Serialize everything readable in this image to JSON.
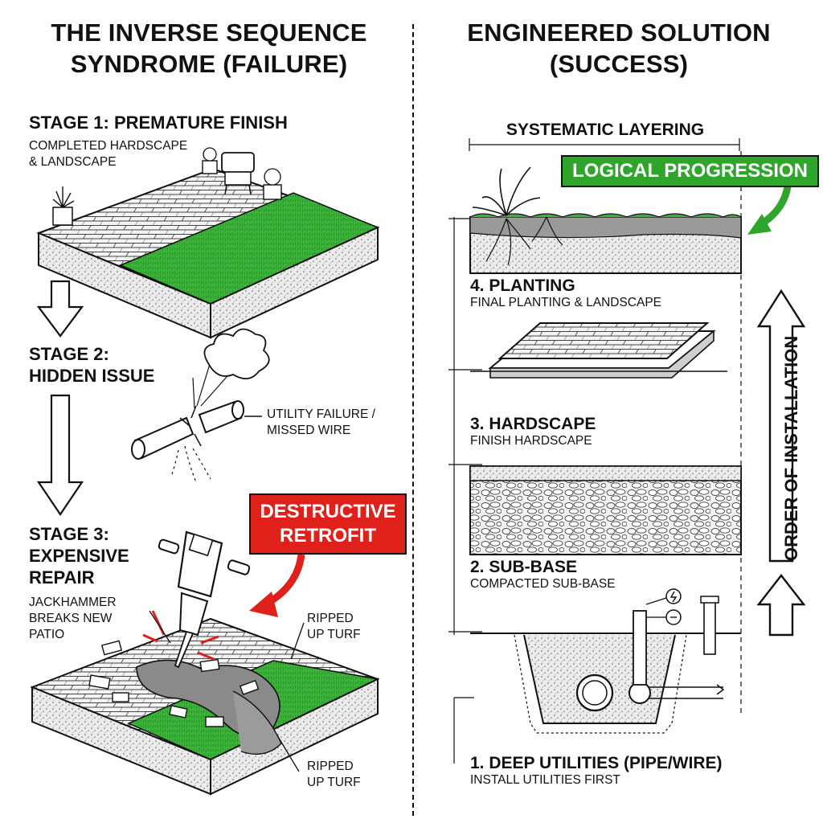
{
  "left": {
    "title_line1": "THE INVERSE SEQUENCE",
    "title_line2": "SYNDROME (FAILURE)",
    "stage1": {
      "title": "STAGE 1: PREMATURE FINISH",
      "desc_line1": "COMPLETED HARDSCAPE",
      "desc_line2": "& LANDSCAPE"
    },
    "stage2": {
      "title_line1": "STAGE 2:",
      "title_line2": "HIDDEN ISSUE",
      "note_line1": "UTILITY FAILURE /",
      "note_line2": "MISSED WIRE"
    },
    "stage3": {
      "title_line1": "STAGE 3:",
      "title_line2": "EXPENSIVE",
      "title_line3": "REPAIR",
      "note_line1": "JACKHAMMER",
      "note_line2": "BREAKS NEW",
      "note_line3": "PATIO",
      "callout_line1": "DESTRUCTIVE",
      "callout_line2": "RETROFIT",
      "turf1_line1": "RIPPED",
      "turf1_line2": "UP TURF",
      "turf2_line1": "RIPPED",
      "turf2_line2": "UP TURF"
    }
  },
  "right": {
    "title_line1": "ENGINEERED SOLUTION",
    "title_line2": "(SUCCESS)",
    "systematic_label": "SYSTEMATIC LAYERING",
    "logical_label": "LOGICAL PROGRESSION",
    "order_label": "ORDER OF INSTALLATION",
    "layers": [
      {
        "title": "4. PLANTING",
        "sub": "FINAL PLANTING & LANDSCAPE"
      },
      {
        "title": "3. HARDSCAPE",
        "sub": "FINISH HARDSCAPE"
      },
      {
        "title": "2. SUB-BASE",
        "sub": "COMPACTED SUB-BASE"
      },
      {
        "title": "1. DEEP UTILITIES (PIPE/WIRE)",
        "sub": "INSTALL UTILITIES FIRST"
      }
    ]
  },
  "colors": {
    "grass": "#3cb43a",
    "red": "#e0201b",
    "green": "#2fa52b",
    "ink": "#111111"
  }
}
